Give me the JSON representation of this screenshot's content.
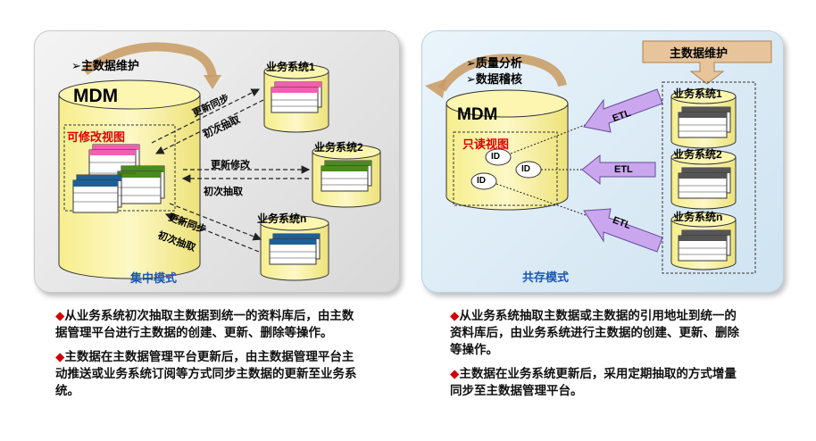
{
  "left": {
    "maintain": "➢主数据维护",
    "mdm": "MDM",
    "view": "可修改视图",
    "sys1": "业务系统1",
    "sys2": "业务系统2",
    "sysn": "业务系统n",
    "sync": "更新同步",
    "extract": "初次抽取",
    "modify": "更新修改",
    "mode": "集中模式"
  },
  "right": {
    "quality": "➢质量分析",
    "audit": "➢数据稽核",
    "maintain": "主数据维护",
    "mdm": "MDM",
    "view": "只读视图",
    "id": "ID",
    "etl": "ETL",
    "sys1": "业务系统1",
    "sys2": "业务系统2",
    "sysn": "业务系统n",
    "mode": "共存模式"
  },
  "descriptions": {
    "bullet": "◆",
    "left": [
      "从业务系统初次抽取主数据到统一的资料库后，由主数据管理平台进行主数据的创建、更新、删除等操作。",
      "主数据在主数据管理平台更新后，由主数据管理平台主动推送或业务系统订阅等方式同步主数据的更新至业务系统。"
    ],
    "right": [
      "从业务系统抽取主数据或主数据的引用地址到统一的资料库后，由业务系统进行主数据的创建、更新、删除等操作。",
      "主数据在业务系统更新后，采用定期抽取的方式增量同步至主数据管理平台。"
    ]
  },
  "colors": {
    "cylinder": "#fbf5a8",
    "pink": "#f05fb4",
    "green": "#4a8a1f",
    "blue": "#1f5f97",
    "etl_arrow": "#c9a6ee",
    "orange_arrow": "#c89a60"
  }
}
